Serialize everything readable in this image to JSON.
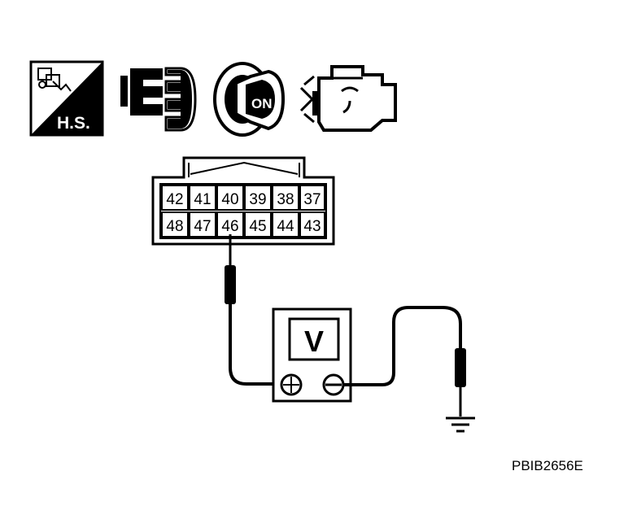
{
  "icons": [
    {
      "name": "hand-tester-icon",
      "label": "H.S."
    },
    {
      "name": "connector-disconnect-icon"
    },
    {
      "name": "ignition-key-on-icon",
      "label": "ON"
    },
    {
      "name": "engine-icon"
    }
  ],
  "connector": {
    "top_row": [
      "42",
      "41",
      "40",
      "39",
      "38",
      "37"
    ],
    "bottom_row": [
      "48",
      "47",
      "46",
      "45",
      "44",
      "43"
    ],
    "probed_terminal": "46"
  },
  "meter": {
    "label": "V",
    "positive": "⊕",
    "negative": "⊖"
  },
  "reference_code": "PBIB2656E",
  "colors": {
    "line": "#000000",
    "background": "#ffffff"
  }
}
